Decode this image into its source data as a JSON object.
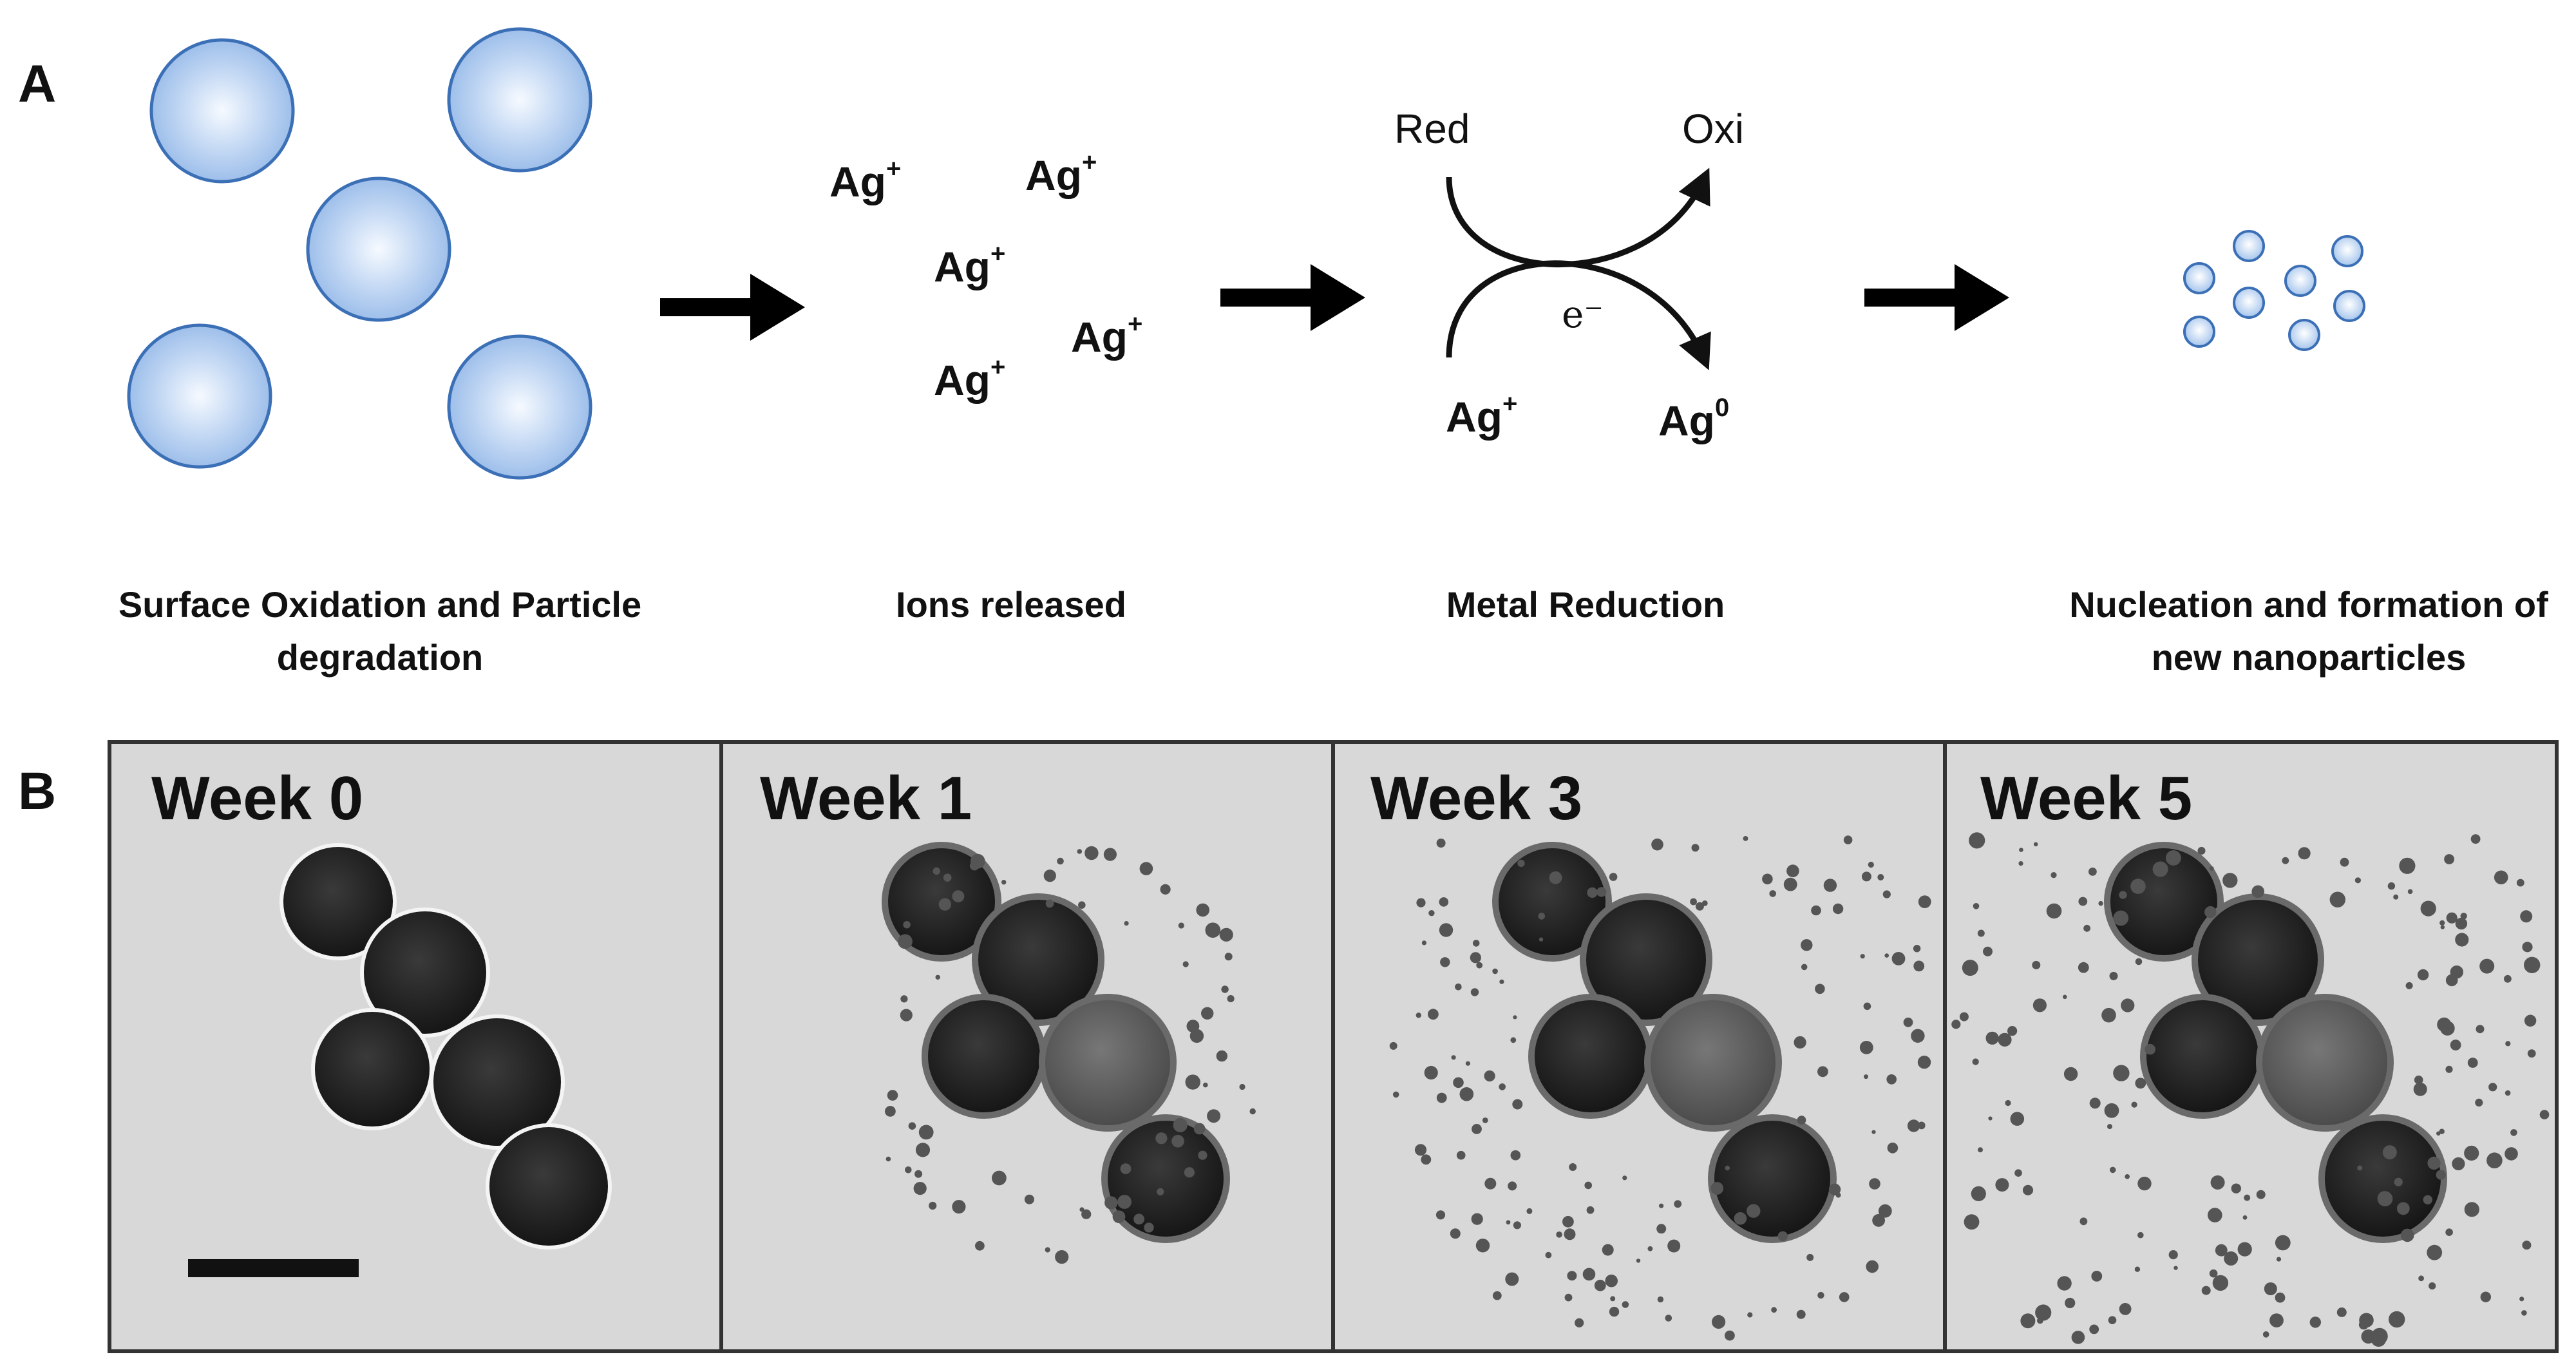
{
  "panel_a": {
    "letter": "A",
    "ions": [
      "Ag",
      "Ag",
      "Ag",
      "Ag",
      "Ag"
    ],
    "ion_charge": "+",
    "redox": {
      "red": "Red",
      "oxi": "Oxi",
      "electron": "e⁻",
      "ion_in": "Ag",
      "ion_in_charge": "+",
      "ion_out": "Ag",
      "ion_out_charge": "0"
    },
    "captions": [
      {
        "line1": "Surface Oxidation and Particle",
        "line2": "degradation"
      },
      {
        "line1": "Ions released",
        "line2": ""
      },
      {
        "line1": "Metal Reduction",
        "line2": ""
      },
      {
        "line1": "Nucleation and formation of",
        "line2": "new nanoparticles"
      }
    ],
    "colors": {
      "sphere_fill": "#a9c8ef",
      "sphere_highlight": "#f4f9ff",
      "sphere_edge": "#3b6fb6",
      "arrow": "#000000"
    }
  },
  "panel_b": {
    "letter": "B",
    "weeks": [
      "Week 0",
      "Week 1",
      "Week 3",
      "Week 5"
    ],
    "colors": {
      "background": "#dcdcdc",
      "particle": "#2a2a2a",
      "border": "#333333"
    }
  }
}
